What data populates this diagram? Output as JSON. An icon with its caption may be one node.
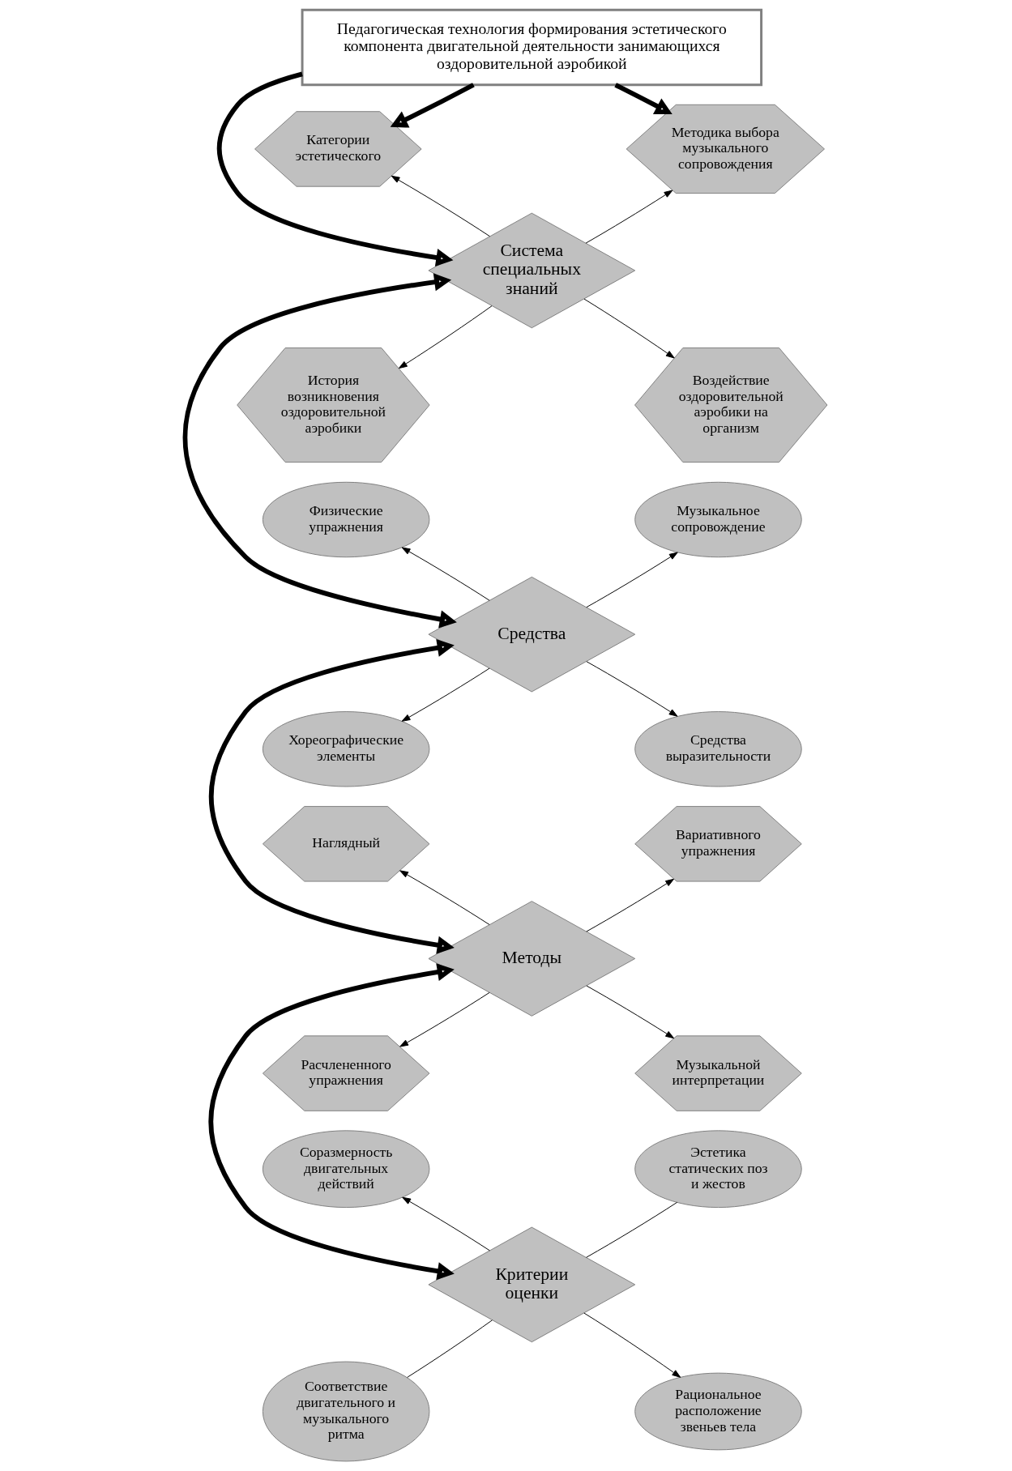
{
  "diagram": {
    "nodes": [
      {
        "text": [
          "Педагогическая технология формирования эстетического компонента двигательной деятельности занимающихся оздоровительной аэробикой"
        ]
      },
      {
        "text": [
          "Система специальных знаний"
        ]
      },
      {
        "text": [
          "Категории эстетического"
        ]
      },
      {
        "text": [
          "История возникновения оздоровительной аэробики"
        ]
      },
      {
        "text": [
          "Методика выбора музыкального сопровождения"
        ]
      },
      {
        "text": [
          "Воздействие оздоровительной аэробики на организм"
        ]
      },
      {
        "text": [
          "Средства"
        ]
      },
      {
        "text": [
          "Физические упражнения"
        ]
      },
      {
        "text": [
          "Хореографические элементы"
        ]
      },
      {
        "text": [
          "Музыкальное сопровождение"
        ]
      },
      {
        "text": [
          "Средства выразительности"
        ]
      },
      {
        "text": [
          "Методы"
        ]
      },
      {
        "text": [
          "Наглядный"
        ]
      },
      {
        "text": [
          "Расчлененного упражнения"
        ]
      },
      {
        "text": [
          "Вариативного упражнения"
        ]
      },
      {
        "text": [
          "Музыкальной интерпретации"
        ]
      },
      {
        "text": [
          "Критерии оценки"
        ]
      },
      {
        "text": [
          "Соразмерность двигательных действий"
        ]
      },
      {
        "text": [
          "Соответствие двигательного и музыкального ритма"
        ]
      },
      {
        "text": [
          "Эстетика статических поз и жестов"
        ]
      },
      {
        "text": [
          "Рациональное расположение звеньев тела"
        ]
      }
    ],
    "edges": [
      {
        "from": 0,
        "to": 2,
        "arrow": "to",
        "style": "thick"
      },
      {
        "from": 0,
        "to": 1,
        "arrow": "to",
        "style": "thick"
      },
      {
        "from": 0,
        "to": 4,
        "arrow": "to",
        "style": "thick"
      },
      {
        "from": 1,
        "to": 2,
        "arrow": "to"
      },
      {
        "from": 1,
        "to": 3,
        "arrow": "to"
      },
      {
        "from": 1,
        "to": 4,
        "arrow": "to"
      },
      {
        "from": 1,
        "to": 5,
        "arrow": "to"
      },
      {
        "from": 1,
        "to": 6,
        "arrow": "both",
        "style": "thick"
      },
      {
        "from": 6,
        "to": 7,
        "arrow": "to"
      },
      {
        "from": 6,
        "to": 8,
        "arrow": "to"
      },
      {
        "from": 6,
        "to": 9,
        "arrow": "to"
      },
      {
        "from": 6,
        "to": 10,
        "arrow": "to"
      },
      {
        "from": 6,
        "to": 11,
        "arrow": "both",
        "style": "thick"
      },
      {
        "from": 11,
        "to": 12,
        "arrow": "to"
      },
      {
        "from": 11,
        "to": 13,
        "arrow": "to"
      },
      {
        "from": 11,
        "to": 14,
        "arrow": "to"
      },
      {
        "from": 11,
        "to": 15,
        "arrow": "to"
      },
      {
        "from": 11,
        "to": 16,
        "arrow": "both",
        "style": "thick"
      },
      {
        "from": 16,
        "to": 17,
        "arrow": "to"
      },
      {
        "from": 16,
        "to": 18,
        "arrow": "none"
      },
      {
        "from": 16,
        "to": 19,
        "arrow": "none"
      },
      {
        "from": 16,
        "to": 20,
        "arrow": "to"
      }
    ]
  }
}
